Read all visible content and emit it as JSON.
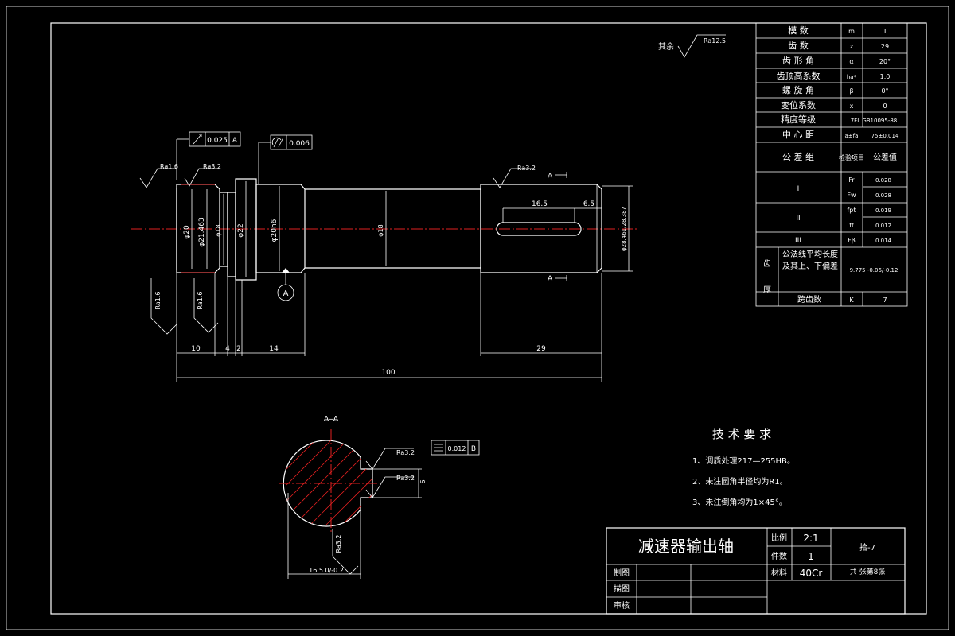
{
  "title_block": {
    "part_name": "减速器输出轴",
    "scale_label": "比例",
    "scale_value": "2:1",
    "qty_label": "件数",
    "qty_value": "1",
    "material_label": "材料",
    "material_value": "40Cr",
    "drawing_no": "拾-7",
    "sheets": "共  张第8张",
    "drawn_label": "制图",
    "traced_label": "描图",
    "checked_label": "审核"
  },
  "gear_params": [
    {
      "name": "模  数",
      "sym": "m",
      "val": "1"
    },
    {
      "name": "齿  数",
      "sym": "z",
      "val": "29"
    },
    {
      "name": "齿 形 角",
      "sym": "α",
      "val": "20°"
    },
    {
      "name": "齿顶高系数",
      "sym": "ha*",
      "val": "1.0"
    },
    {
      "name": "螺 旋 角",
      "sym": "β",
      "val": "0°"
    },
    {
      "name": "变位系数",
      "sym": "x",
      "val": "0"
    },
    {
      "name": "精度等级",
      "sym": "",
      "val": "7FL GB10095-88"
    },
    {
      "name": "中 心 距",
      "sym": "a±fa",
      "val": "75±0.014"
    }
  ],
  "tolerance": {
    "group_label": "公 差 组",
    "item_label": "检验项目",
    "value_label": "公差值",
    "rows": [
      {
        "group": "I",
        "items": [
          {
            "sym": "Fr",
            "val": "0.028"
          },
          {
            "sym": "Fw",
            "val": "0.028"
          }
        ]
      },
      {
        "group": "II",
        "items": [
          {
            "sym": "fpt",
            "val": "0.019"
          },
          {
            "sym": "ff",
            "val": "0.012"
          }
        ]
      },
      {
        "group": "III",
        "items": [
          {
            "sym": "Fβ",
            "val": "0.014"
          }
        ]
      }
    ],
    "tooth_label_a": "齿",
    "tooth_label_b": "厚",
    "common_normal_label": "公法线平均长度及其上、下偏差",
    "common_normal_value": "9.775 -0.06/-0.12",
    "span_label": "跨齿数",
    "span_sym": "K",
    "span_value": "7"
  },
  "roughness_rest": {
    "label": "其余",
    "value": "Ra12.5"
  },
  "tech_req": {
    "title": "技 术 要 求",
    "items": [
      "1、调质处理217—255HB。",
      "2、未注圆角半径均为R1。",
      "3、未注倒角均为1×45°。"
    ]
  },
  "gdt": {
    "runout": {
      "value": "0.025",
      "datum": "A"
    },
    "cylindricity": {
      "value": "0.006"
    },
    "symmetry": {
      "value": "0.012",
      "datum": "B"
    }
  },
  "datum_a": "A",
  "section_label": "A–A",
  "section_mark": "A",
  "main_dims": {
    "d1": "10",
    "d2": "4",
    "d3": "2",
    "d4": "14",
    "d5": "29",
    "overall": "100",
    "key_len": "16.5",
    "key_off": "6.5",
    "dia1": "φ20",
    "dia2": "φ21.463",
    "dia3": "φ18",
    "dia4": "φ22",
    "dia5": "φ20h6",
    "dia6": "φ18",
    "dia7": "φ28.461/28.387"
  },
  "roughness_main": {
    "r1": "Ra1.6",
    "r2": "Ra3.2",
    "r3": "Ra3.2",
    "r4": "Ra1.6",
    "r5": "Ra1.6"
  },
  "section_dims": {
    "key_w": "6",
    "depth": "16.5 0/-0.2",
    "r1": "Ra3.2",
    "r2": "Ra3.2",
    "r3": "Ra3.2"
  }
}
